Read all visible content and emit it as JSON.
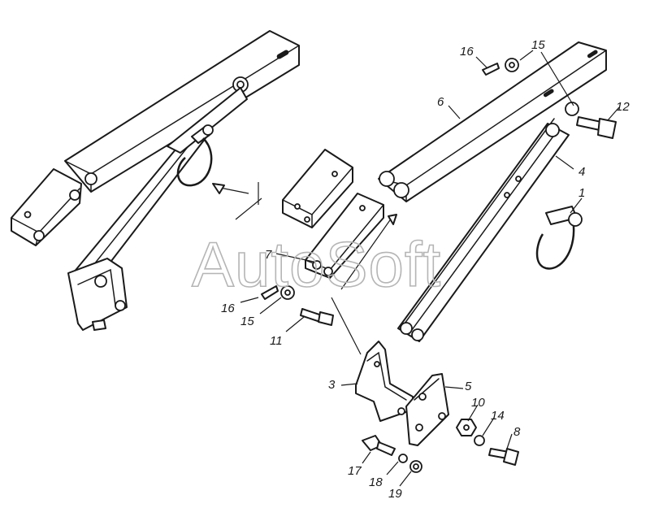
{
  "watermark": "AutoSoft",
  "callouts": [
    {
      "id": "c1",
      "label": "1"
    },
    {
      "id": "c3",
      "label": "3"
    },
    {
      "id": "c4",
      "label": "4"
    },
    {
      "id": "c5",
      "label": "5"
    },
    {
      "id": "c6",
      "label": "6"
    },
    {
      "id": "c7",
      "label": "7"
    },
    {
      "id": "c8",
      "label": "8"
    },
    {
      "id": "c10",
      "label": "10"
    },
    {
      "id": "c11",
      "label": "11"
    },
    {
      "id": "c12",
      "label": "12"
    },
    {
      "id": "c14",
      "label": "14"
    },
    {
      "id": "c15a",
      "label": "15"
    },
    {
      "id": "c15b",
      "label": "15"
    },
    {
      "id": "c16a",
      "label": "16"
    },
    {
      "id": "c16b",
      "label": "16"
    },
    {
      "id": "c17",
      "label": "17"
    },
    {
      "id": "c18",
      "label": "18"
    },
    {
      "id": "c19",
      "label": "19"
    }
  ],
  "colors": {
    "line": "#1a1a1a",
    "paper": "#ffffff",
    "watermark": "#b5b5b5"
  }
}
